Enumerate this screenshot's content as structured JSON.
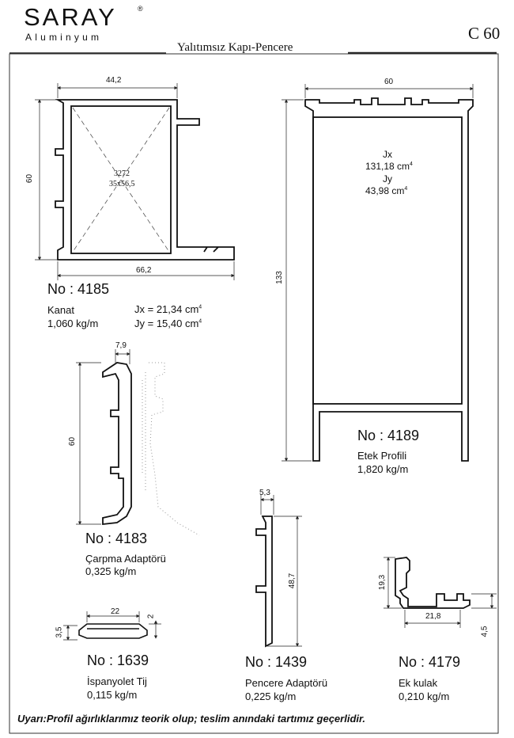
{
  "header": {
    "brand": "SARAY",
    "brand_mark": "®",
    "brand_sub": "Aluminyum",
    "page_code": "C 60",
    "title": "Yalıtımsız Kapı-Pencere"
  },
  "profiles": {
    "p4185": {
      "no": "No : 4185",
      "name": "Kanat",
      "weight": "1,060 kg/m",
      "jx": "Jx = 21,34 cm",
      "jy": "Jy = 15,40 cm",
      "sup": "4",
      "dims": {
        "top": "44,2",
        "bottom": "66,2",
        "height": "60",
        "inner_a": "3272",
        "inner_b": "35x56,5"
      }
    },
    "p4189": {
      "no": "No : 4189",
      "name": "Etek Profili",
      "weight": "1,820 kg/m",
      "jx_label": "Jx",
      "jx_value": "131,18 cm",
      "jy_label": "Jy",
      "jy_value": "43,98 cm",
      "sup": "4",
      "dims": {
        "width": "60",
        "height": "133"
      }
    },
    "p4183": {
      "no": "No : 4183",
      "name": "Çarpma Adaptörü",
      "weight": "0,325 kg/m",
      "dims": {
        "top": "7,9",
        "height": "60"
      }
    },
    "p1639": {
      "no": "No : 1639",
      "name": "İspanyolet Tij",
      "weight": "0,115 kg/m",
      "dims": {
        "width": "22",
        "right": "2",
        "height": "3,5"
      }
    },
    "p1439": {
      "no": "No : 1439",
      "name": "Pencere Adaptörü",
      "weight": "0,225 kg/m",
      "dims": {
        "top": "5,3",
        "height": "48,7"
      }
    },
    "p4179": {
      "no": "No : 4179",
      "name": "Ek kulak",
      "weight": "0,210 kg/m",
      "dims": {
        "height": "19,3",
        "width": "21,8",
        "thick": "4,5"
      }
    }
  },
  "footer": {
    "warning": "Uyarı:Profil ağırlıklarımız  teorik olup; teslim anındaki tartımız geçerlidir."
  }
}
